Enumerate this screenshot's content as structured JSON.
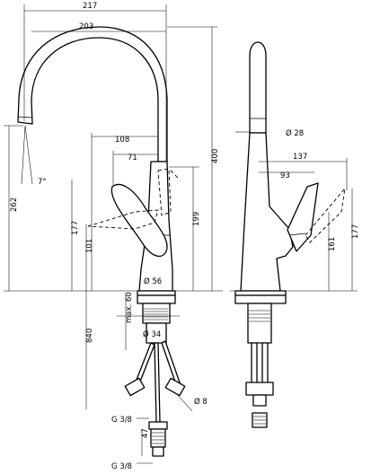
{
  "dimensions": {
    "width_total": "217",
    "reach": "203",
    "spout_height": "262",
    "angle": "7°",
    "lever_reach": "108",
    "lever_offset": "71",
    "base_diameter": "Ø 56",
    "lever_height_a": "177",
    "lever_height_b": "101",
    "lever_height_c": "199",
    "overall_height": "400",
    "below_deck": "840",
    "max_thickness": "max. 60",
    "hole_diameter": "Ø 34",
    "hose_diameter": "Ø 8",
    "thread_a": "G 3/8",
    "adapter_length": "47",
    "thread_b": "G 3/8",
    "spout_diameter": "Ø 28",
    "side_reach_a": "137",
    "side_reach_b": "93",
    "side_height_a": "161",
    "side_height_b": "177"
  }
}
